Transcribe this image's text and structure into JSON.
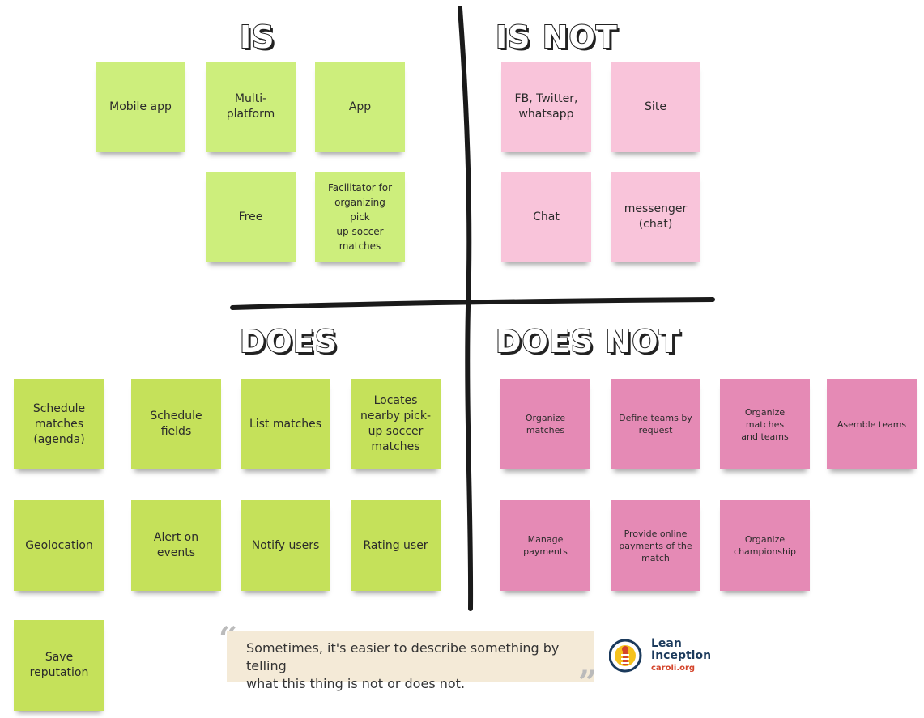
{
  "quadrants": {
    "is": {
      "title": "IS",
      "notes": [
        "Mobile app",
        "Multi-\nplatform",
        "App",
        "Free",
        "Facilitator for\norganizing pick\nup soccer\nmatches"
      ]
    },
    "is_not": {
      "title": "IS NOT",
      "notes": [
        "FB, Twitter,\nwhatsapp",
        "Site",
        "Chat",
        "messenger\n(chat)"
      ]
    },
    "does": {
      "title": "DOES",
      "notes": [
        "Schedule\nmatches\n(agenda)",
        "Schedule\nfields",
        "List matches",
        "Locates\nnearby pick-\nup soccer\nmatches",
        "Geolocation",
        "Alert on\nevents",
        "Notify users",
        "Rating user",
        "Save\nreputation"
      ]
    },
    "does_not": {
      "title": "DOES NOT",
      "notes": [
        "Organize matches",
        "Define teams by\nrequest",
        "Organize matches\nand teams",
        "Asemble teams",
        "Manage payments",
        "Provide online\npayments of the\nmatch",
        "Organize\nchampionship"
      ]
    }
  },
  "quote": {
    "line1": "Sometimes, it's easier to describe something by telling",
    "line2": "what this thing is not or does not."
  },
  "logo": {
    "name_line1": "Lean",
    "name_line2": "Inception",
    "url": "caroli.org"
  },
  "colors": {
    "is": "#cdee7c",
    "is_not": "#f9c4da",
    "does": "#c5e15a",
    "does_not": "#e58ab5"
  }
}
